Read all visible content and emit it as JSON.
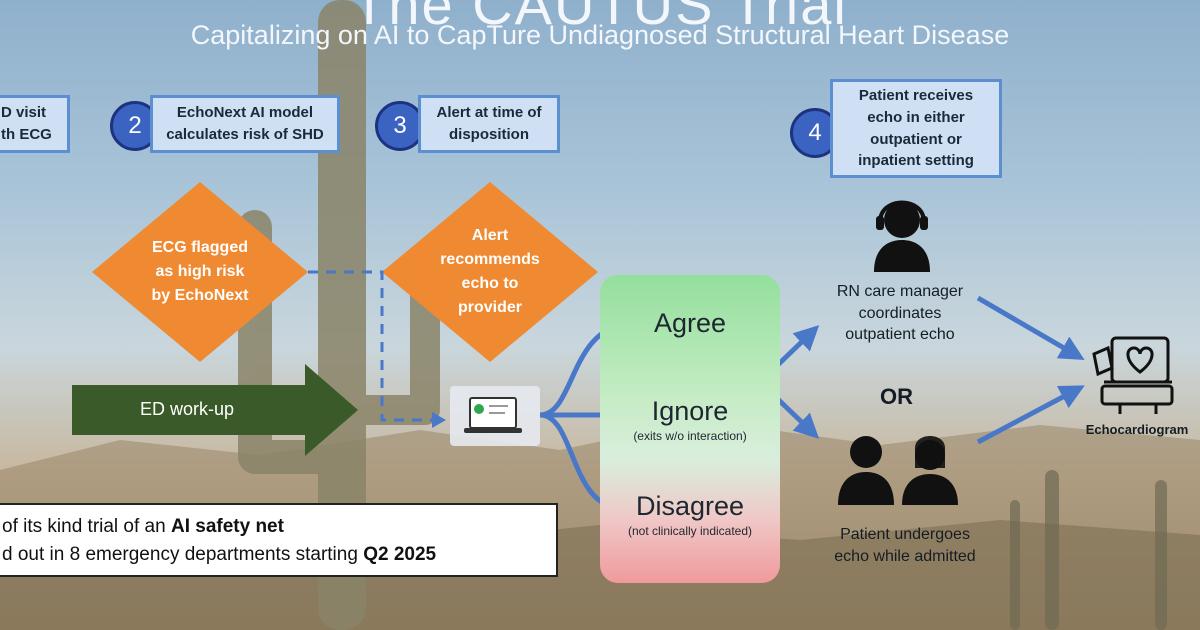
{
  "header": {
    "title": "The CAUTUS Trial",
    "subtitle": "Capitalizing on AI to CapTure Undiagnosed Structural Heart Disease"
  },
  "steps": [
    {
      "number": "",
      "text": "D visit\nth ECG"
    },
    {
      "number": "2",
      "text": "EchoNext AI model\ncalculates risk of SHD"
    },
    {
      "number": "3",
      "text": "Alert at time of\ndisposition"
    },
    {
      "number": "4",
      "text": "Patient receives\necho in either\noutpatient or\ninpatient setting"
    }
  ],
  "diamonds": [
    {
      "text": "ECG flagged\nas high risk\nby EchoNext",
      "color": "#ef8a32"
    },
    {
      "text": "Alert\nrecommends\necho to\nprovider",
      "color": "#ef8a32"
    }
  ],
  "workup_arrow": {
    "label": "ED work-up",
    "color": "#3b5a2a"
  },
  "choices": [
    {
      "label": "Agree",
      "note": ""
    },
    {
      "label": "Ignore",
      "note": "(exits w/o interaction)"
    },
    {
      "label": "Disagree",
      "note": "(not clinically indicated)"
    }
  ],
  "outcomes": {
    "rn_caption": "RN care manager\ncoordinates\noutpatient echo",
    "or_label": "OR",
    "admitted_caption": "Patient undergoes\necho while admitted",
    "echo_caption": "Echocardiogram"
  },
  "info": {
    "line1_prefix": "of its kind trial of an ",
    "line1_bold": "AI safety net",
    "line2_prefix": "d out in 8 emergency departments starting ",
    "line2_bold": "Q2 2025"
  },
  "colors": {
    "accent_blue": "#4a78c8",
    "step_border": "#5b8fd0",
    "diamond": "#ef8a32"
  }
}
